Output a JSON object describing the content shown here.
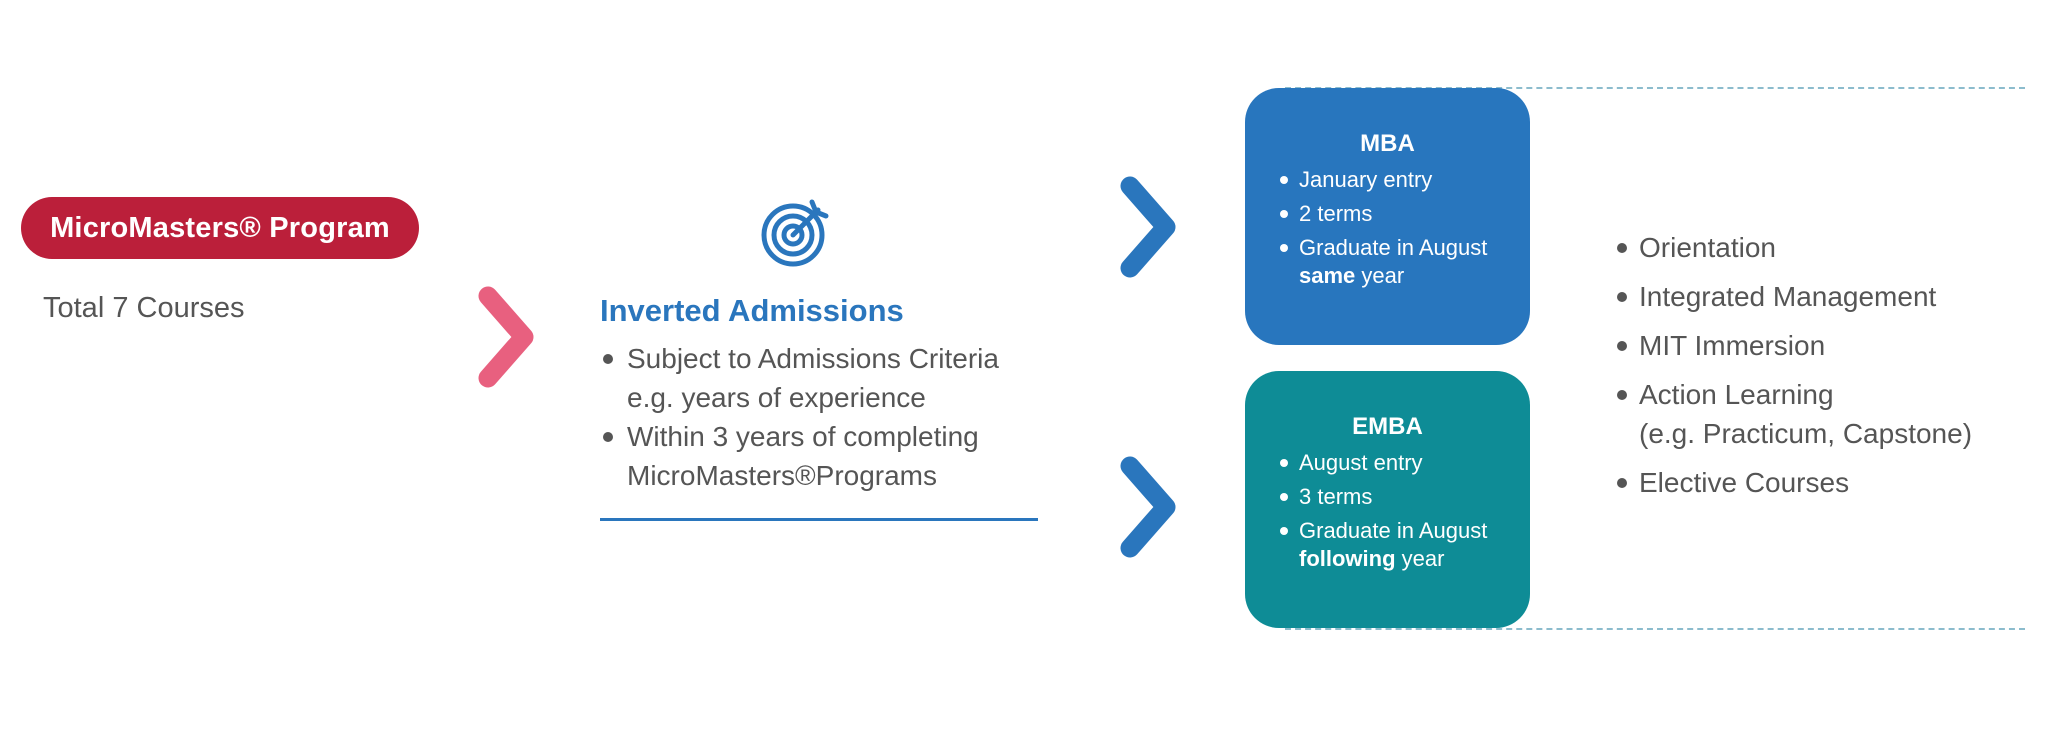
{
  "program": {
    "name": "MicroMasters® Program",
    "total_courses": "Total 7 Courses"
  },
  "admissions": {
    "title": "Inverted Admissions",
    "items": [
      "Subject to Admissions Criteria\ne.g. years of experience",
      "Within 3 years of completing\nMicroMasters®Programs"
    ]
  },
  "mba": {
    "title": "MBA",
    "items": [
      "January entry",
      "2 terms"
    ],
    "graduate_prefix": "Graduate in August",
    "graduate_bold": "same",
    "graduate_suffix": "year"
  },
  "emba": {
    "title": "EMBA",
    "items": [
      "August entry",
      "3 terms"
    ],
    "graduate_prefix": "Graduate in August",
    "graduate_bold": "following",
    "graduate_suffix": "year"
  },
  "curriculum": {
    "items": [
      "Orientation",
      "Integrated Management",
      "MIT Immersion",
      "Action Learning\n(e.g. Practicum, Capstone)",
      "Elective Courses"
    ]
  },
  "colors": {
    "program_pill": "#bb1f3a",
    "pink_chevron": "#e8607f",
    "blue_accent": "#2a76bd",
    "mba_box": "#2876be",
    "emba_box": "#0e8c96",
    "dashed_line": "#8cbccd"
  },
  "icons": {
    "admissions": "target-icon",
    "arrows": "chevron-right-icon"
  }
}
